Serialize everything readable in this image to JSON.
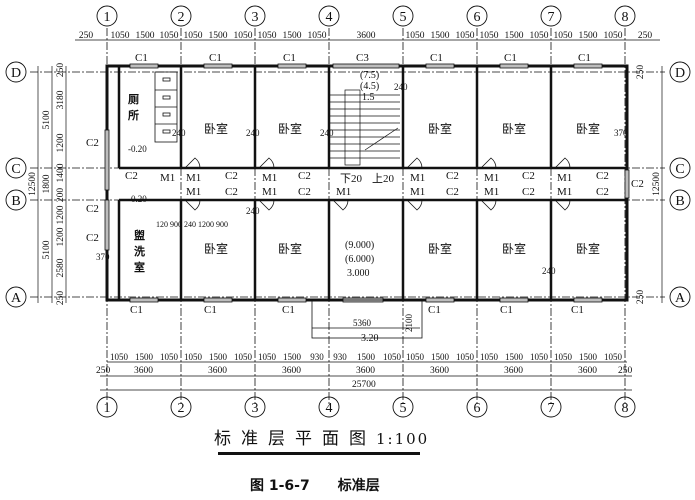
{
  "drawing": {
    "title": "标准层平面图",
    "scale": "1:100",
    "caption_number": "图 1-6-7",
    "caption_text": "标准层"
  },
  "axes": {
    "columns": [
      "①",
      "②",
      "③",
      "④",
      "⑤",
      "⑥",
      "⑦",
      "⑧"
    ],
    "rows": [
      "A",
      "B",
      "C",
      "D"
    ]
  },
  "top_dimensions": {
    "segments": [
      "250",
      "1050",
      "1500",
      "1050",
      "1050",
      "1500",
      "1050",
      "1050",
      "1500",
      "1050",
      "3600",
      "1050",
      "1500",
      "1050",
      "1050",
      "1500",
      "1050",
      "1050",
      "1500",
      "1050",
      "250"
    ]
  },
  "bottom_dimensions": {
    "detail": [
      "1050",
      "1500",
      "1050",
      "1050",
      "1500",
      "1050",
      "1050",
      "1500",
      "930",
      "930",
      "1500",
      "1050",
      "1050",
      "1500",
      "1050",
      "1050",
      "1500",
      "1050",
      "1050",
      "1500",
      "1050"
    ],
    "bays": [
      "3600",
      "3600",
      "3600",
      "3600",
      "3600",
      "3600",
      "3600"
    ],
    "edge_left": "250",
    "edge_right": "250",
    "total": "25700"
  },
  "left_dimensions": {
    "detail": [
      "250",
      "3180",
      "1200",
      "1400",
      "200",
      "1200",
      "1200",
      "2580",
      "250"
    ],
    "zones": [
      "5100",
      "1800",
      "5100"
    ],
    "total": "12500"
  },
  "right_dimensions": {
    "total": "12500",
    "edge_top": "250",
    "edge_bottom": "250"
  },
  "rooms": {
    "toilet": "厕所",
    "washroom": "盥洗室",
    "bedroom": "卧室"
  },
  "labels": {
    "window_c1": "C1",
    "window_c2": "C2",
    "window_c3": "C3",
    "door_m1": "M1",
    "wall_240": "240",
    "wall_370": "370",
    "down": "下20",
    "up": "上20",
    "stair_levels": [
      "(7.5)",
      "(4.5)",
      "1.5"
    ],
    "level_minus": "-0.20",
    "hall_levels": [
      "(9.000)",
      "(6.000)",
      "3.000"
    ],
    "entrance_width": "5360",
    "entrance_depth": "2100",
    "entrance_level": "3.20",
    "washroom_dims": "120 900 240 1200 900"
  },
  "colors": {
    "line": "#111111",
    "background": "#ffffff",
    "window_fill": "#bdbdbd"
  }
}
